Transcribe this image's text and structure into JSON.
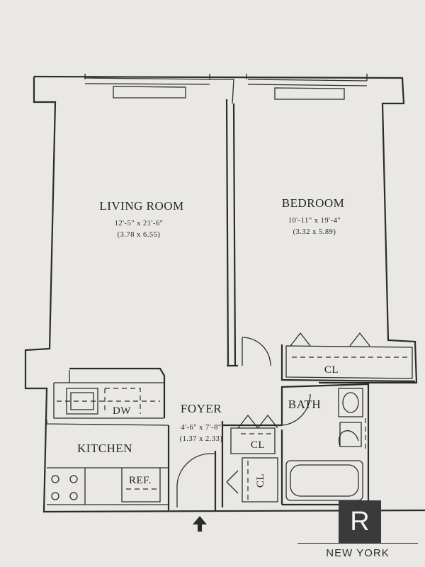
{
  "rooms": {
    "living_room": {
      "name": "LIVING ROOM",
      "dim_ft": "12'-5\" x 21'-6\"",
      "dim_m": "(3.78 x 6.55)"
    },
    "bedroom": {
      "name": "BEDROOM",
      "dim_ft": "10'-11\" x 19'-4\"",
      "dim_m": "(3.32 x 5.89)"
    },
    "foyer": {
      "name": "FOYER",
      "dim_ft": "4'-6\" x 7'-8\"",
      "dim_m": "(1.37 x 2.33)"
    },
    "kitchen": {
      "name": "KITCHEN"
    },
    "bath": {
      "name": "BATH"
    }
  },
  "labels": {
    "closet_bedroom": "CL",
    "closet_foyer": "CL",
    "closet_vertical": "CL",
    "dishwasher": "DW",
    "refrigerator": "REF."
  },
  "brand": {
    "logo_letter": "R",
    "city": "NEW YORK"
  },
  "icons": {
    "entry": "entry-arrow-icon"
  }
}
